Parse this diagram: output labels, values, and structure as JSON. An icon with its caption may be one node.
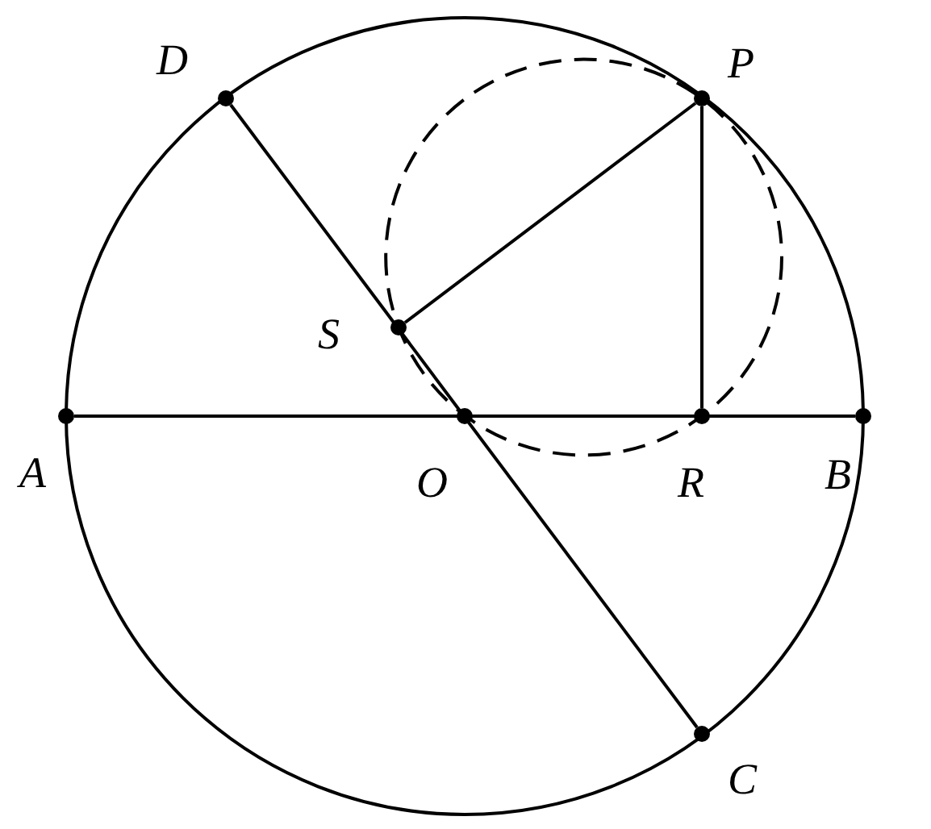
{
  "diagram": {
    "nodes": [
      {
        "text": [],
        "shape": "dot",
        "beside": [
          "D"
        ]
      },
      {
        "text": [],
        "shape": "dot",
        "beside": [
          "P"
        ]
      },
      {
        "text": [],
        "shape": "dot",
        "beside": [
          "S"
        ]
      },
      {
        "text": [],
        "shape": "dot",
        "beside": [
          "A"
        ]
      },
      {
        "text": [],
        "shape": "dot",
        "beside": [
          "O"
        ]
      },
      {
        "text": [],
        "shape": "dot",
        "beside": [
          "R"
        ]
      },
      {
        "text": [],
        "shape": "dot",
        "beside": [
          "B"
        ]
      },
      {
        "text": [],
        "shape": "dot",
        "beside": [
          "C"
        ]
      }
    ],
    "edges": [
      {
        "from": 3,
        "to": 6,
        "arrow": "none"
      },
      {
        "from": 0,
        "to": 7,
        "arrow": "none"
      },
      {
        "from": 2,
        "to": 1,
        "arrow": "none"
      },
      {
        "from": 1,
        "to": 5,
        "arrow": "none"
      }
    ]
  }
}
